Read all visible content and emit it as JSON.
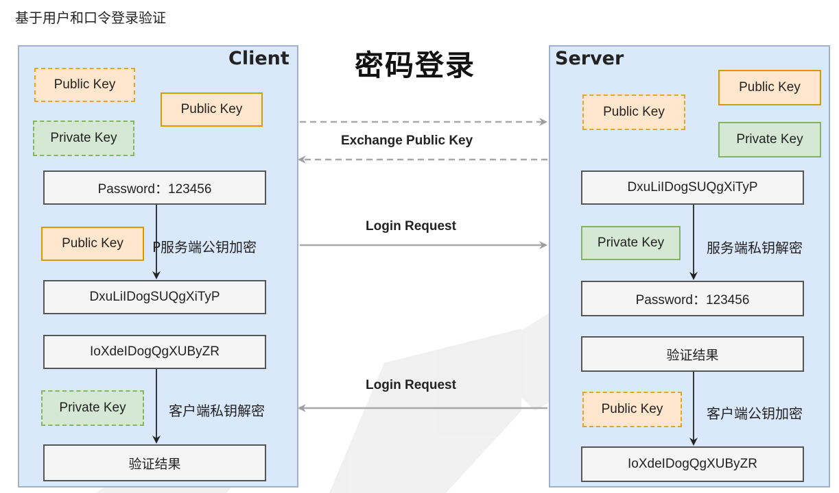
{
  "page": {
    "heading": "基于用户和口令登录验证",
    "title": "密码登录"
  },
  "client": {
    "label": "Client",
    "public_key_dashed": "Public Key",
    "private_key_dashed": "Private Key",
    "public_key_solid": "Public Key",
    "password_box": "Password：123456",
    "encrypt_key": "Public Key",
    "encrypt_label": "P服务端公钥加密",
    "cipher_box": "DxuLiIDogSUQgXiTyP",
    "response_cipher": "IoXdeIDogQgXUByZR",
    "decrypt_key": "Private Key",
    "decrypt_label": "客户端私钥解密",
    "result_box": "验证结果"
  },
  "server": {
    "label": "Server",
    "public_key_solid": "Public Key",
    "public_key_dashed": "Public Key",
    "private_key_solid": "Private Key",
    "cipher_box": "DxuLiIDogSUQgXiTyP",
    "decrypt_key": "Private Key",
    "decrypt_label": "服务端私钥解密",
    "password_box": "Password：123456",
    "result_box": "验证结果",
    "encrypt_key": "Public Key",
    "encrypt_label": "客户端公钥加密",
    "response_cipher": "IoXdeIDogQgXUByZR"
  },
  "arrows": {
    "exchange": "Exchange Public Key",
    "login_request": "Login Request",
    "login_response": "Login Request"
  },
  "colors": {
    "panel_fill": "#dae8fc",
    "public_key_fill": "#ffe6cc",
    "public_key_border": "#d79b00",
    "private_key_fill": "#d5e8d4",
    "private_key_border": "#82b366",
    "process_fill": "#f5f5f5"
  }
}
